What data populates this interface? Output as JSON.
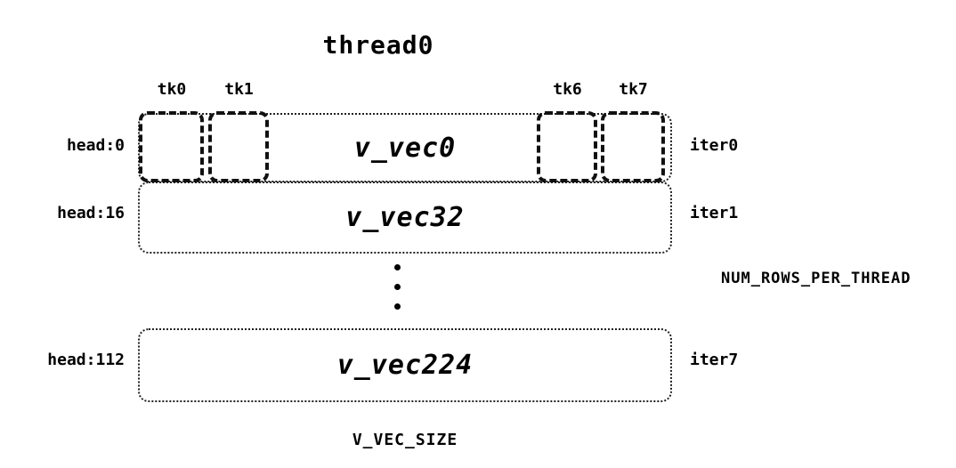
{
  "diagram": {
    "title": "thread0",
    "tks": [
      {
        "label": "tk0"
      },
      {
        "label": "tk1"
      },
      {
        "label": "tk6"
      },
      {
        "label": "tk7"
      }
    ],
    "rows": [
      {
        "head": "head:0",
        "vec": "v_vec0",
        "iter": "iter0"
      },
      {
        "head": "head:16",
        "vec": "v_vec32",
        "iter": "iter1"
      },
      {
        "head": "head:112",
        "vec": "v_vec224",
        "iter": "iter7"
      }
    ],
    "right_label": "NUM_ROWS_PER_THREAD",
    "bottom_label": "V_VEC_SIZE",
    "colors": {
      "background": "#ffffff",
      "ink": "#000000"
    }
  }
}
